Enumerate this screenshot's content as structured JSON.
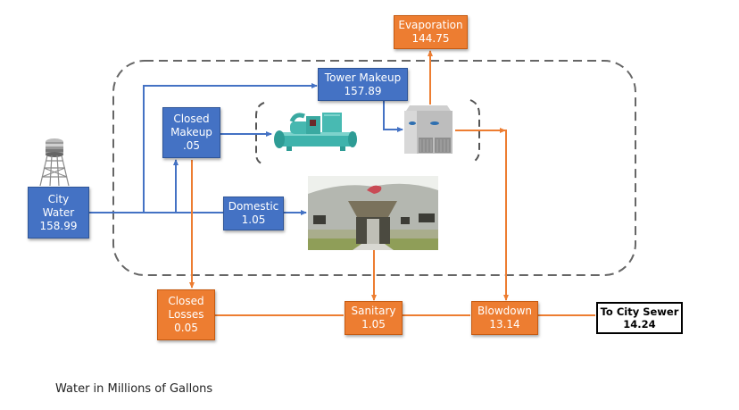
{
  "diagram": {
    "title_note": "Water in Millions of Gallons",
    "colors": {
      "supply_blue": "#4472c4",
      "loss_orange": "#ed7d31",
      "boundary_gray": "#666666"
    },
    "nodes": {
      "city_water": {
        "label": "City Water",
        "line1": "City",
        "line2": "Water",
        "value": "158.99",
        "type": "supply"
      },
      "tower_makeup": {
        "line1": "Tower Makeup",
        "value": "157.89",
        "type": "supply"
      },
      "closed_makeup": {
        "line1": "Closed",
        "line2": "Makeup",
        "value": ".05",
        "type": "supply"
      },
      "domestic": {
        "line1": "Domestic",
        "value": "1.05",
        "type": "supply"
      },
      "evaporation": {
        "line1": "Evaporation",
        "value": "144.75",
        "type": "loss"
      },
      "closed_losses": {
        "line1": "Closed",
        "line2": "Losses",
        "value": "0.05",
        "type": "loss"
      },
      "sanitary": {
        "line1": "Sanitary",
        "value": "1.05",
        "type": "loss"
      },
      "blowdown": {
        "line1": "Blowdown",
        "value": "13.14",
        "type": "loss"
      },
      "city_sewer": {
        "line1": "To City Sewer",
        "value": "14.24",
        "type": "output"
      }
    },
    "images": [
      "water-tower",
      "chiller",
      "cooling-tower",
      "building"
    ],
    "edges": [
      {
        "from": "city_water",
        "to": "tower_makeup"
      },
      {
        "from": "city_water",
        "to": "closed_makeup"
      },
      {
        "from": "city_water",
        "to": "domestic"
      },
      {
        "from": "closed_makeup",
        "to": "chiller"
      },
      {
        "from": "tower_makeup",
        "to": "cooling_tower"
      },
      {
        "from": "domestic",
        "to": "building"
      },
      {
        "from": "cooling_tower",
        "to": "evaporation"
      },
      {
        "from": "cooling_tower",
        "to": "blowdown"
      },
      {
        "from": "closed_makeup",
        "to": "closed_losses"
      },
      {
        "from": "building",
        "to": "sanitary"
      },
      {
        "from": "closed_losses",
        "to": "sanitary"
      },
      {
        "from": "sanitary",
        "to": "blowdown"
      },
      {
        "from": "blowdown",
        "to": "city_sewer"
      }
    ]
  }
}
